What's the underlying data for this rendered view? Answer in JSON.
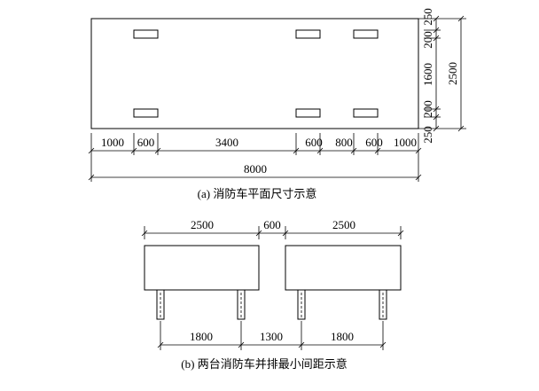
{
  "figure_a": {
    "caption": "(a) 消防车平面尺寸示意",
    "bottom_dims": [
      "1000",
      "600",
      "3400",
      "600",
      "800",
      "600",
      "1000"
    ],
    "total_dim": "8000",
    "right_dims": [
      "250",
      "200",
      "1600",
      "200",
      "250"
    ],
    "right_total": "2500"
  },
  "figure_b": {
    "caption": "(b) 两台消防车并排最小间距示意",
    "top_dims": [
      "2500",
      "600",
      "2500"
    ],
    "bottom_dims": [
      "1800",
      "1300",
      "1800"
    ]
  }
}
